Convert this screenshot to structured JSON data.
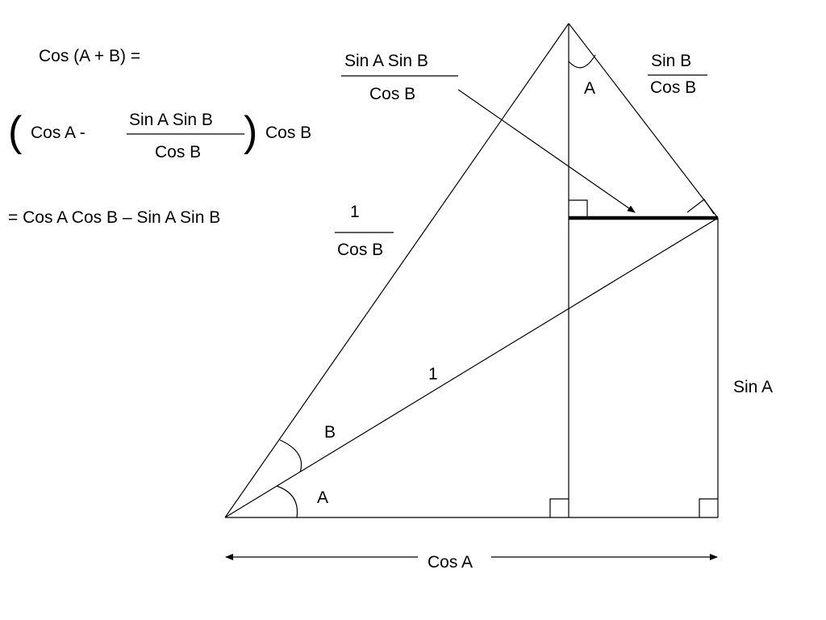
{
  "formula": {
    "line1": "Cos (A + B) =",
    "paren_open": "(",
    "term1": "Cos A  -",
    "frac_num": "Sin A Sin B",
    "frac_den": "Cos B",
    "paren_close": ")",
    "trailing": "Cos B",
    "line3": "= Cos A Cos B – Sin A Sin B"
  },
  "labels": {
    "top_frac_num": "Sin A Sin B",
    "top_frac_den": "Cos B",
    "right_frac_num": "Sin B",
    "right_frac_den": "Cos B",
    "angle_top": "A",
    "hyp_frac_num": "1",
    "hyp_frac_den": "Cos B",
    "diag_label": "1",
    "angle_b": "B",
    "angle_a": "A",
    "side_right": "Sin A",
    "bottom": "Cos A"
  },
  "colors": {
    "stroke": "#000000",
    "background": "#ffffff"
  }
}
